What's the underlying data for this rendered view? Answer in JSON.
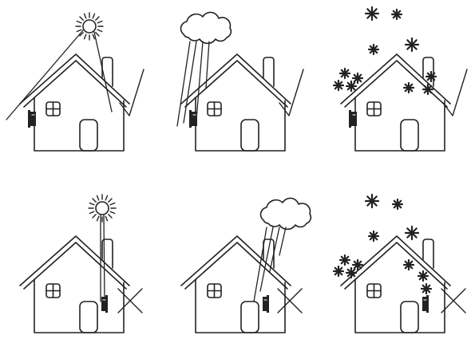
{
  "figure": {
    "panels": [
      {
        "weather": "sun",
        "device_side": "left",
        "verdict": "check"
      },
      {
        "weather": "rain",
        "device_side": "left",
        "verdict": "check"
      },
      {
        "weather": "snow",
        "device_side": "left",
        "verdict": "check"
      },
      {
        "weather": "sun",
        "device_side": "right",
        "verdict": "cross"
      },
      {
        "weather": "rain",
        "device_side": "right",
        "verdict": "cross"
      },
      {
        "weather": "snow",
        "device_side": "right",
        "verdict": "cross"
      }
    ],
    "icons": {
      "house": "house-icon",
      "sun": "sun-icon",
      "cloud": "cloud-icon",
      "snowflake": "snowflake-icon",
      "device": "wall-unit-icon",
      "check": "checkmark-icon",
      "cross": "cross-mark-icon"
    },
    "colors": {
      "line": "#222222",
      "background": "#ffffff"
    }
  }
}
